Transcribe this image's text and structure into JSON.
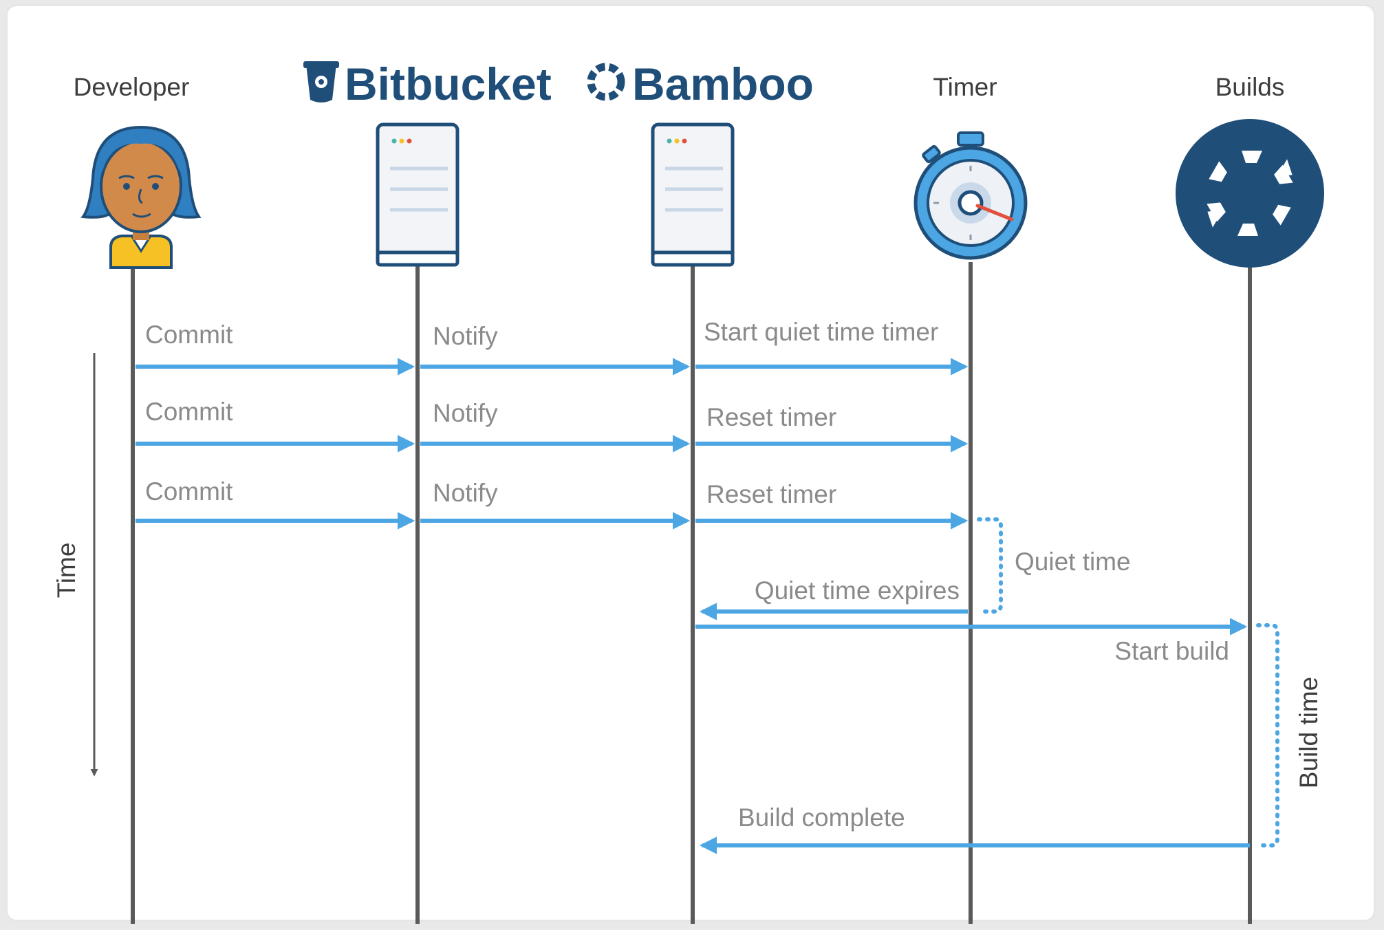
{
  "actors": {
    "developer": "Developer",
    "bitbucket": "Bitbucket",
    "bamboo": "Bamboo",
    "timer": "Timer",
    "builds": "Builds"
  },
  "messages": {
    "commit1": "Commit",
    "commit2": "Commit",
    "commit3": "Commit",
    "notify1": "Notify",
    "notify2": "Notify",
    "notify3": "Notify",
    "start_timer": "Start quiet time timer",
    "reset1": "Reset timer",
    "reset2": "Reset timer",
    "expires": "Quiet time expires",
    "start_build": "Start build",
    "build_complete": "Build complete"
  },
  "spans": {
    "quiet_time": "Quiet time",
    "build_time": "Build time"
  },
  "axis": {
    "time": "Time"
  },
  "colors": {
    "arrow": "#4ba6e3",
    "lifeline": "#5a5a5a",
    "brand": "#1f4e79"
  },
  "icons": [
    "developer-avatar",
    "bitbucket-logo-icon",
    "bamboo-logo-icon",
    "server-icon",
    "stopwatch-icon",
    "builds-icon"
  ]
}
